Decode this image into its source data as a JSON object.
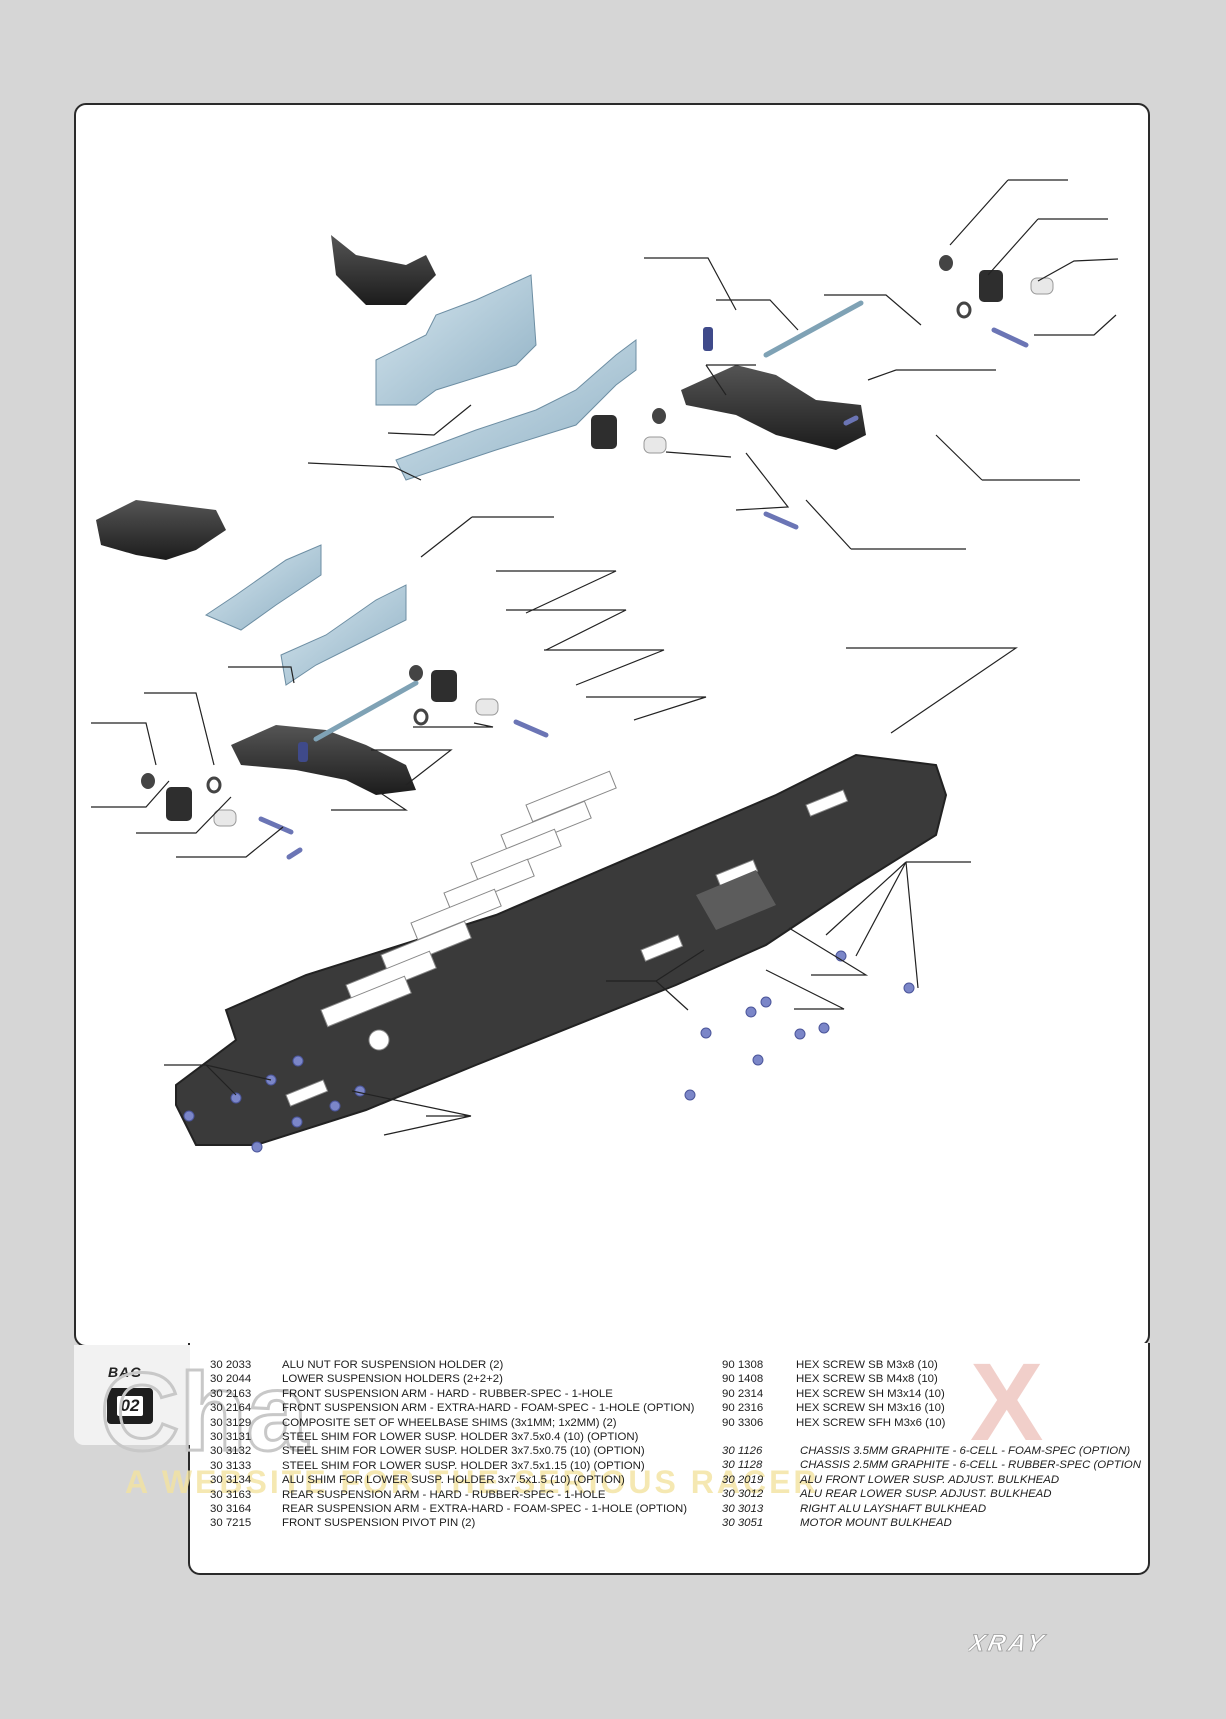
{
  "bag": {
    "label": "BAG",
    "number": "02"
  },
  "parts_left": [
    {
      "code": "30 2033",
      "desc": "ALU NUT FOR SUSPENSION HOLDER (2)"
    },
    {
      "code": "30 2044",
      "desc": "LOWER SUSPENSION HOLDERS (2+2+2)"
    },
    {
      "code": "30 2163",
      "desc": "FRONT SUSPENSION ARM - HARD - RUBBER-SPEC - 1-HOLE"
    },
    {
      "code": "30 2164",
      "desc": "FRONT SUSPENSION ARM - EXTRA-HARD - FOAM-SPEC - 1-HOLE (OPTION)"
    },
    {
      "code": "30 3129",
      "desc": "COMPOSITE SET OF WHEELBASE SHIMS (3x1MM; 1x2MM) (2)"
    },
    {
      "code": "30 3131",
      "desc": "STEEL SHIM FOR LOWER SUSP. HOLDER 3x7.5x0.4 (10) (OPTION)"
    },
    {
      "code": "30 3132",
      "desc": "STEEL SHIM FOR LOWER SUSP. HOLDER 3x7.5x0.75 (10) (OPTION)"
    },
    {
      "code": "30 3133",
      "desc": "STEEL SHIM FOR LOWER SUSP. HOLDER 3x7.5x1.15 (10) (OPTION)"
    },
    {
      "code": "30 3134",
      "desc": "ALU SHIM FOR LOWER SUSP. HOLDER 3x7.5x1.5 (10) (OPTION)"
    },
    {
      "code": "30 3163",
      "desc": "REAR SUSPENSION ARM - HARD - RUBBER-SPEC - 1-HOLE"
    },
    {
      "code": "30 3164",
      "desc": "REAR SUSPENSION ARM - EXTRA-HARD - FOAM-SPEC - 1-HOLE (OPTION)"
    },
    {
      "code": "30 7215",
      "desc": "FRONT SUSPENSION PIVOT PIN (2)"
    }
  ],
  "parts_screws": [
    {
      "code": "90 1308",
      "desc": "HEX SCREW SB M3x8  (10)"
    },
    {
      "code": "90 1408",
      "desc": "HEX SCREW SB M4x8  (10)"
    },
    {
      "code": "90 2314",
      "desc": "HEX SCREW SH M3x14  (10)"
    },
    {
      "code": "90 2316",
      "desc": "HEX SCREW SH M3x16  (10)"
    },
    {
      "code": "90 3306",
      "desc": "HEX SCREW SFH M3x6  (10)"
    }
  ],
  "parts_chassis": [
    {
      "code": "30 1126",
      "desc": "CHASSIS 3.5MM GRAPHITE - 6-CELL - FOAM-SPEC (OPTION)"
    },
    {
      "code": "30 1128",
      "desc": "CHASSIS 2.5MM GRAPHITE - 6-CELL - RUBBER-SPEC (OPTION"
    },
    {
      "code": "30 2019",
      "desc": "ALU FRONT LOWER SUSP. ADJUST. BULKHEAD"
    },
    {
      "code": "30 3012",
      "desc": "ALU REAR LOWER SUSP. ADJUST. BULKHEAD"
    },
    {
      "code": "30 3013",
      "desc": "RIGHT ALU LAYSHAFT BULKHEAD"
    },
    {
      "code": "30 3051",
      "desc": "MOTOR MOUNT BULKHEAD"
    }
  ],
  "watermark": {
    "word": "Cha",
    "accent": "X",
    "tagline": "A WEBSITE FOR THE SERIOUS RACER"
  },
  "brand": "XRAY",
  "colors": {
    "chassis": "#3a3a3a",
    "alu": "#a8c4d4",
    "screw": "#7b86c8",
    "arm": "#2e2e2e",
    "watermark_accent": "#d63a2a"
  }
}
